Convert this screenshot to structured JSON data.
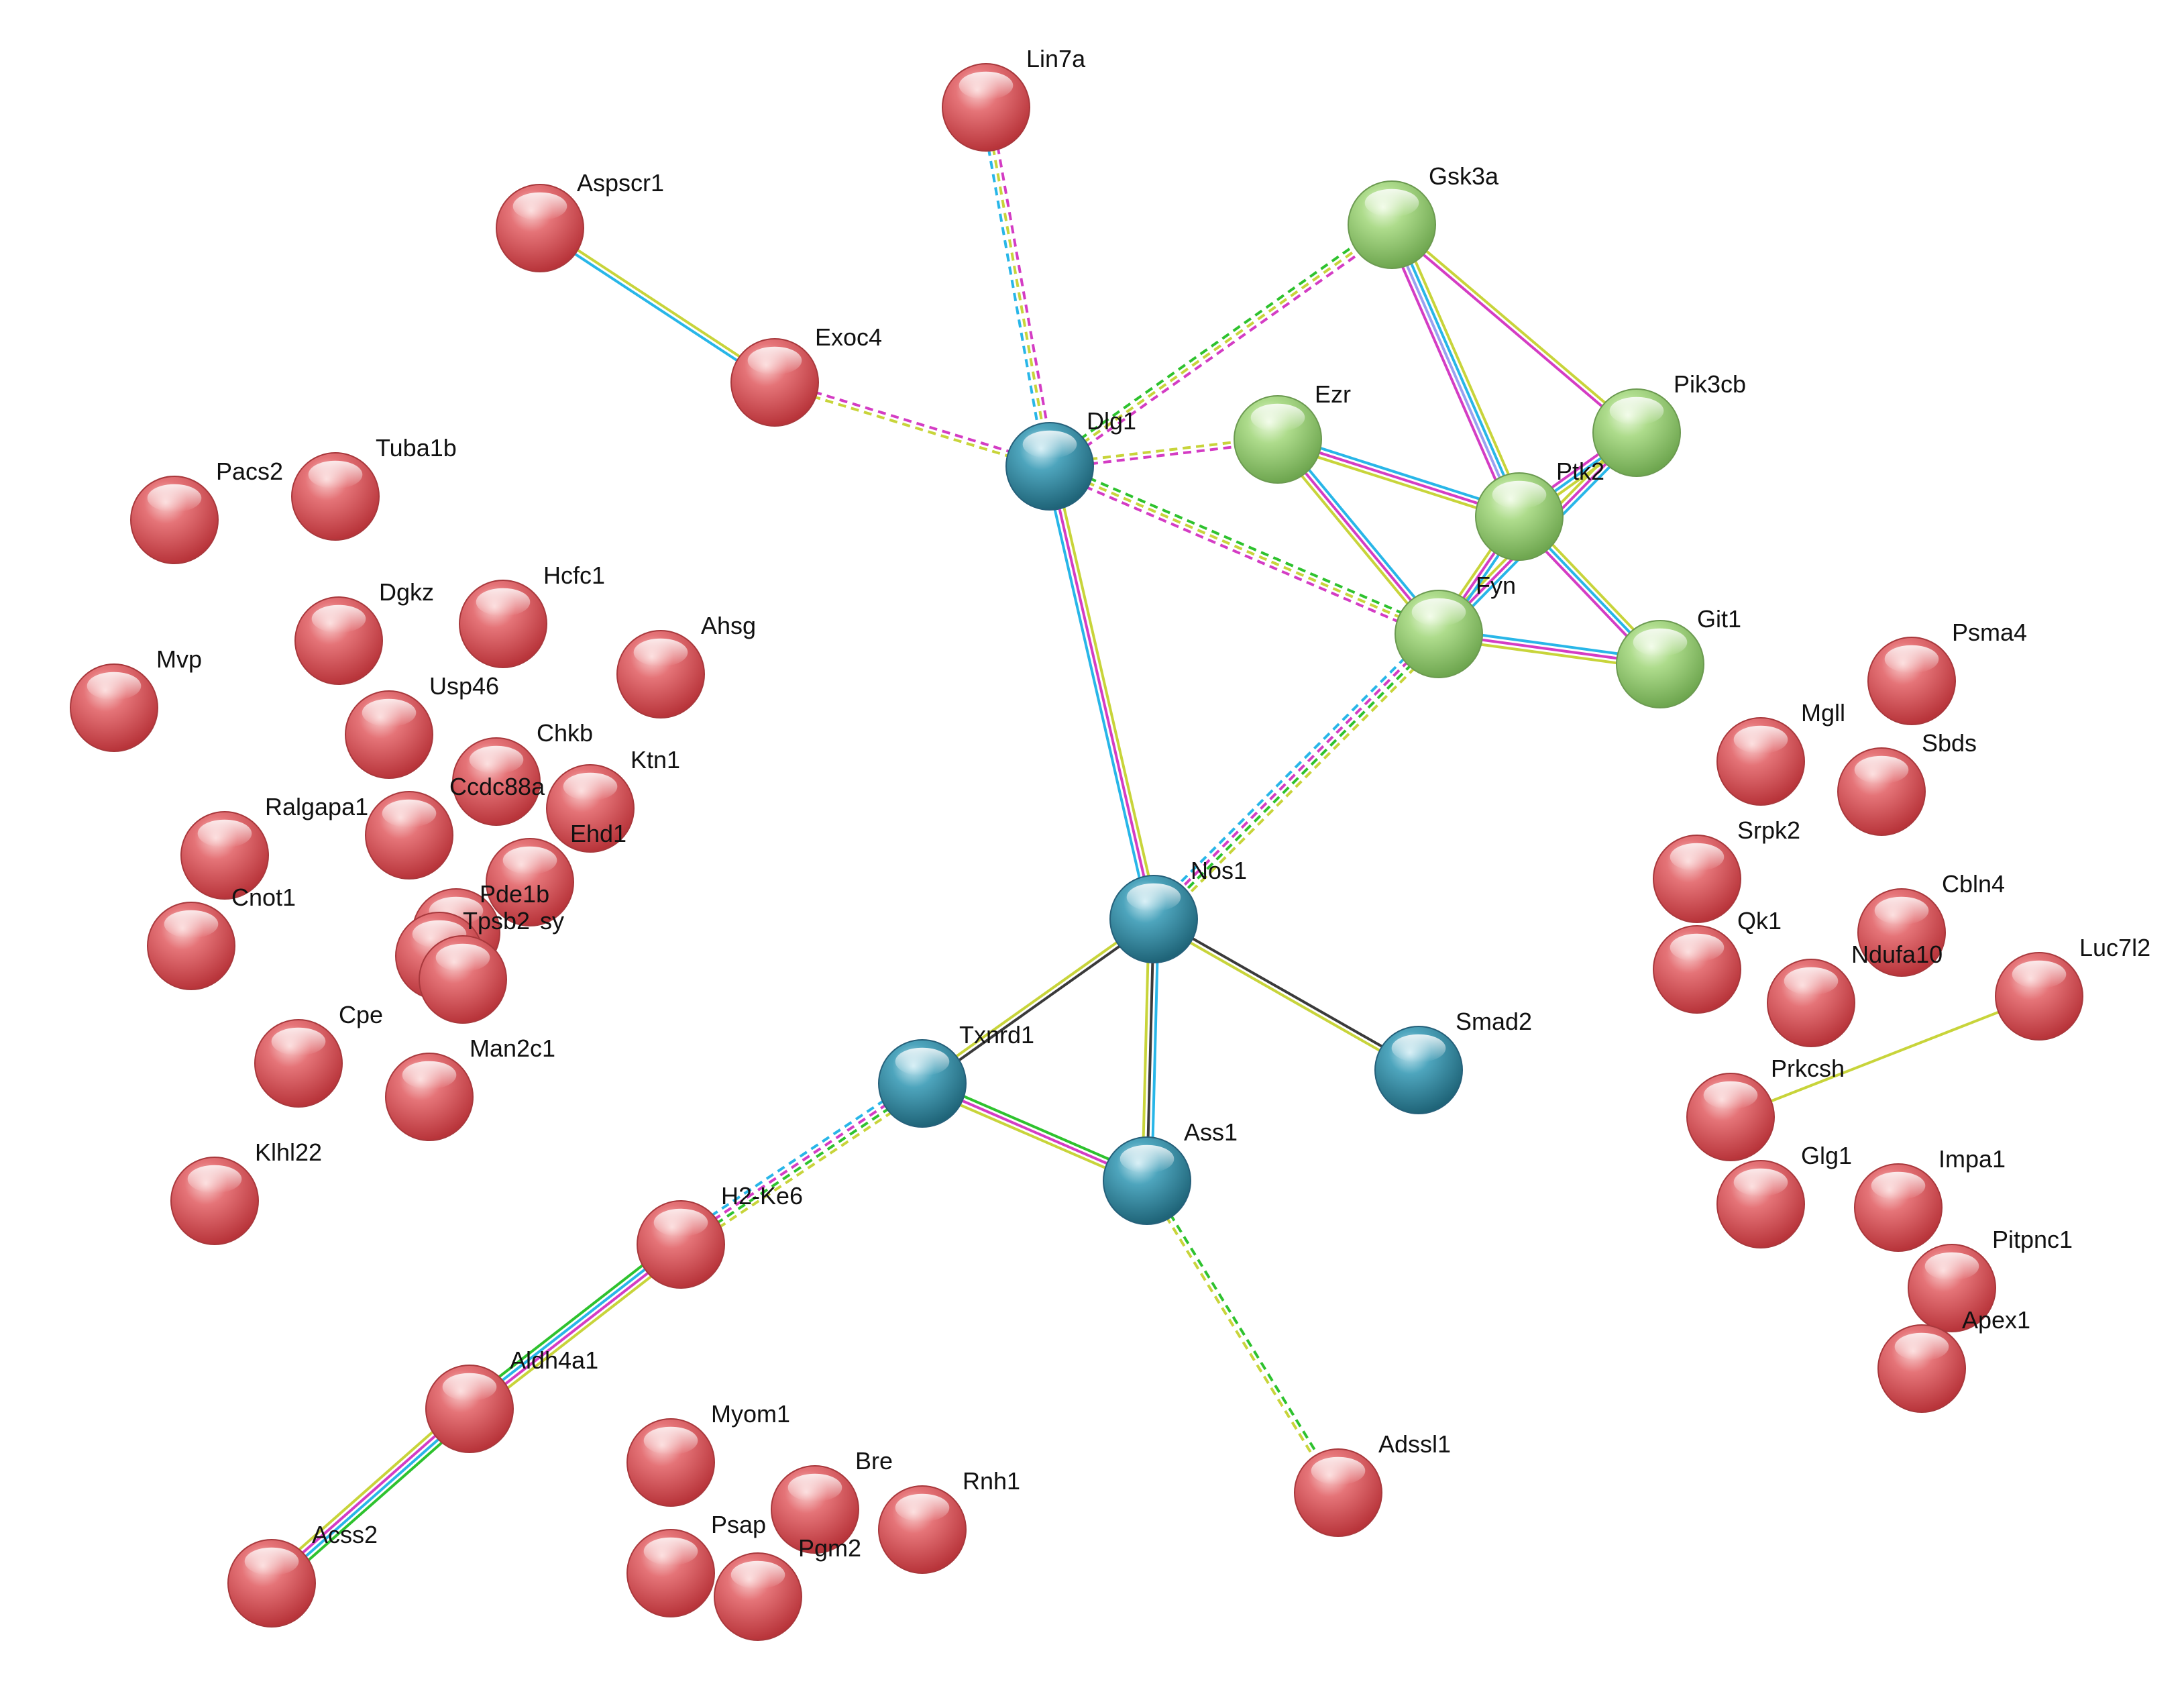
{
  "colors": {
    "cluster_red": "#d95a5e",
    "cluster_green": "#9cce7c",
    "cluster_blue": "#3e93aa",
    "edge_yellow": "#c8d43a",
    "edge_cyan": "#28b6e8",
    "edge_magenta": "#d43cc4",
    "edge_green": "#2ec22e",
    "edge_dark": "#3a3a3a",
    "edge_lavender": "#9aa0f0"
  },
  "nodes": [
    {
      "id": "Lin7a",
      "label": "Lin7a",
      "cluster": "red"
    },
    {
      "id": "Aspscr1",
      "label": "Aspscr1",
      "cluster": "red"
    },
    {
      "id": "Exoc4",
      "label": "Exoc4",
      "cluster": "red"
    },
    {
      "id": "Gsk3a",
      "label": "Gsk3a",
      "cluster": "green"
    },
    {
      "id": "Pik3cb",
      "label": "Pik3cb",
      "cluster": "green"
    },
    {
      "id": "Ezr",
      "label": "Ezr",
      "cluster": "green"
    },
    {
      "id": "Ptk2",
      "label": "Ptk2",
      "cluster": "green"
    },
    {
      "id": "Fyn",
      "label": "Fyn",
      "cluster": "green"
    },
    {
      "id": "Git1",
      "label": "Git1",
      "cluster": "green"
    },
    {
      "id": "Dlg1",
      "label": "Dlg1",
      "cluster": "blue"
    },
    {
      "id": "Nos1",
      "label": "Nos1",
      "cluster": "blue"
    },
    {
      "id": "Txnrd1",
      "label": "Txnrd1",
      "cluster": "blue"
    },
    {
      "id": "Ass1",
      "label": "Ass1",
      "cluster": "blue"
    },
    {
      "id": "Smad2",
      "label": "Smad2",
      "cluster": "blue"
    },
    {
      "id": "Pacs2",
      "label": "Pacs2",
      "cluster": "red"
    },
    {
      "id": "Tuba1b",
      "label": "Tuba1b",
      "cluster": "red"
    },
    {
      "id": "Dgkz",
      "label": "Dgkz",
      "cluster": "red"
    },
    {
      "id": "Hcfc1",
      "label": "Hcfc1",
      "cluster": "red"
    },
    {
      "id": "Ahsg",
      "label": "Ahsg",
      "cluster": "red"
    },
    {
      "id": "Mvp",
      "label": "Mvp",
      "cluster": "red"
    },
    {
      "id": "Usp46",
      "label": "Usp46",
      "cluster": "red"
    },
    {
      "id": "Chkb",
      "label": "Chkb",
      "cluster": "red"
    },
    {
      "id": "Ktn1",
      "label": "Ktn1",
      "cluster": "red"
    },
    {
      "id": "Ccdc88a",
      "label": "Ccdc88a",
      "cluster": "red"
    },
    {
      "id": "Ralgapa1",
      "label": "Ralgapa1",
      "cluster": "red"
    },
    {
      "id": "Ehd1",
      "label": "Ehd1",
      "cluster": "red"
    },
    {
      "id": "Cnot1",
      "label": "Cnot1",
      "cluster": "red"
    },
    {
      "id": "Pde1b",
      "label": "Pde1b",
      "cluster": "red"
    },
    {
      "id": "Tpsb2",
      "label": "Tpsb2",
      "cluster": "red"
    },
    {
      "id": "sy",
      "label": "sy",
      "cluster": "red"
    },
    {
      "id": "Cpe",
      "label": "Cpe",
      "cluster": "red"
    },
    {
      "id": "Man2c1",
      "label": "Man2c1",
      "cluster": "red"
    },
    {
      "id": "Klhl22",
      "label": "Klhl22",
      "cluster": "red"
    },
    {
      "id": "H2-Ke6",
      "label": "H2-Ke6",
      "cluster": "red"
    },
    {
      "id": "Aldh4a1",
      "label": "Aldh4a1",
      "cluster": "red"
    },
    {
      "id": "Acss2",
      "label": "Acss2",
      "cluster": "red"
    },
    {
      "id": "Myom1",
      "label": "Myom1",
      "cluster": "red"
    },
    {
      "id": "Bre",
      "label": "Bre",
      "cluster": "red"
    },
    {
      "id": "Rnh1",
      "label": "Rnh1",
      "cluster": "red"
    },
    {
      "id": "Psap",
      "label": "Psap",
      "cluster": "red"
    },
    {
      "id": "Pgm2",
      "label": "Pgm2",
      "cluster": "red"
    },
    {
      "id": "Adssl1",
      "label": "Adssl1",
      "cluster": "red"
    },
    {
      "id": "Psma4",
      "label": "Psma4",
      "cluster": "red"
    },
    {
      "id": "Mgll",
      "label": "Mgll",
      "cluster": "red"
    },
    {
      "id": "Sbds",
      "label": "Sbds",
      "cluster": "red"
    },
    {
      "id": "Srpk2",
      "label": "Srpk2",
      "cluster": "red"
    },
    {
      "id": "Qk1",
      "label": "Qk1",
      "cluster": "red"
    },
    {
      "id": "Cbln4",
      "label": "Cbln4",
      "cluster": "red"
    },
    {
      "id": "Ndufa10",
      "label": "Ndufa10",
      "cluster": "red"
    },
    {
      "id": "Luc7l2",
      "label": "Luc7l2",
      "cluster": "red"
    },
    {
      "id": "Prkcsh",
      "label": "Prkcsh",
      "cluster": "red"
    },
    {
      "id": "Glg1",
      "label": "Glg1",
      "cluster": "red"
    },
    {
      "id": "Impa1",
      "label": "Impa1",
      "cluster": "red"
    },
    {
      "id": "Pitpnc1",
      "label": "Pitpnc1",
      "cluster": "red"
    },
    {
      "id": "Apex1",
      "label": "Apex1",
      "cluster": "red"
    }
  ],
  "edges": [
    {
      "source": "Aspscr1",
      "target": "Exoc4",
      "style": "solid",
      "colors": [
        "edge_yellow",
        "edge_cyan"
      ]
    },
    {
      "source": "Exoc4",
      "target": "Dlg1",
      "style": "dashed",
      "colors": [
        "edge_magenta",
        "edge_yellow"
      ]
    },
    {
      "source": "Lin7a",
      "target": "Dlg1",
      "style": "dashed",
      "colors": [
        "edge_magenta",
        "edge_yellow",
        "edge_cyan"
      ]
    },
    {
      "source": "Dlg1",
      "target": "Gsk3a",
      "style": "dashed",
      "colors": [
        "edge_green",
        "edge_yellow",
        "edge_magenta"
      ]
    },
    {
      "source": "Dlg1",
      "target": "Ezr",
      "style": "dashed",
      "colors": [
        "edge_yellow",
        "edge_magenta"
      ]
    },
    {
      "source": "Dlg1",
      "target": "Fyn",
      "style": "dashed",
      "colors": [
        "edge_green",
        "edge_yellow",
        "edge_magenta"
      ]
    },
    {
      "source": "Dlg1",
      "target": "Nos1",
      "style": "solid",
      "colors": [
        "edge_yellow",
        "edge_magenta",
        "edge_cyan"
      ]
    },
    {
      "source": "Gsk3a",
      "target": "Pik3cb",
      "style": "solid",
      "colors": [
        "edge_yellow",
        "edge_magenta"
      ]
    },
    {
      "source": "Gsk3a",
      "target": "Ptk2",
      "style": "solid",
      "colors": [
        "edge_yellow",
        "edge_cyan",
        "edge_lavender",
        "edge_magenta"
      ]
    },
    {
      "source": "Pik3cb",
      "target": "Ptk2",
      "style": "solid",
      "colors": [
        "edge_yellow",
        "edge_cyan",
        "edge_magenta"
      ]
    },
    {
      "source": "Pik3cb",
      "target": "Fyn",
      "style": "solid",
      "colors": [
        "edge_cyan",
        "edge_magenta",
        "edge_yellow"
      ]
    },
    {
      "source": "Ezr",
      "target": "Ptk2",
      "style": "solid",
      "colors": [
        "edge_cyan",
        "edge_magenta",
        "edge_yellow"
      ]
    },
    {
      "source": "Ezr",
      "target": "Fyn",
      "style": "solid",
      "colors": [
        "edge_cyan",
        "edge_magenta",
        "edge_yellow"
      ]
    },
    {
      "source": "Ptk2",
      "target": "Fyn",
      "style": "solid",
      "colors": [
        "edge_cyan",
        "edge_magenta",
        "edge_yellow"
      ]
    },
    {
      "source": "Ptk2",
      "target": "Git1",
      "style": "solid",
      "colors": [
        "edge_yellow",
        "edge_cyan",
        "edge_magenta"
      ]
    },
    {
      "source": "Fyn",
      "target": "Git1",
      "style": "solid",
      "colors": [
        "edge_cyan",
        "edge_magenta",
        "edge_yellow"
      ]
    },
    {
      "source": "Fyn",
      "target": "Nos1",
      "style": "dashed",
      "colors": [
        "edge_yellow",
        "edge_green",
        "edge_magenta",
        "edge_cyan"
      ]
    },
    {
      "source": "Nos1",
      "target": "Txnrd1",
      "style": "solid",
      "colors": [
        "edge_dark",
        "edge_yellow"
      ]
    },
    {
      "source": "Nos1",
      "target": "Ass1",
      "style": "solid",
      "colors": [
        "edge_cyan",
        "edge_dark",
        "edge_yellow"
      ]
    },
    {
      "source": "Nos1",
      "target": "Smad2",
      "style": "solid",
      "colors": [
        "edge_dark",
        "edge_yellow"
      ]
    },
    {
      "source": "Txnrd1",
      "target": "Ass1",
      "style": "solid",
      "colors": [
        "edge_green",
        "edge_magenta",
        "edge_yellow"
      ]
    },
    {
      "source": "Txnrd1",
      "target": "H2-Ke6",
      "style": "dashed",
      "colors": [
        "edge_yellow",
        "edge_green",
        "edge_magenta",
        "edge_cyan"
      ]
    },
    {
      "source": "H2-Ke6",
      "target": "Aldh4a1",
      "style": "solid",
      "colors": [
        "edge_yellow",
        "edge_magenta",
        "edge_cyan",
        "edge_green"
      ]
    },
    {
      "source": "Aldh4a1",
      "target": "Acss2",
      "style": "solid",
      "colors": [
        "edge_green",
        "edge_cyan",
        "edge_magenta",
        "edge_yellow"
      ]
    },
    {
      "source": "Ass1",
      "target": "Adssl1",
      "style": "dashed",
      "colors": [
        "edge_green",
        "edge_yellow"
      ]
    },
    {
      "source": "Luc7l2",
      "target": "Prkcsh",
      "style": "solid",
      "colors": [
        "edge_yellow"
      ]
    }
  ]
}
